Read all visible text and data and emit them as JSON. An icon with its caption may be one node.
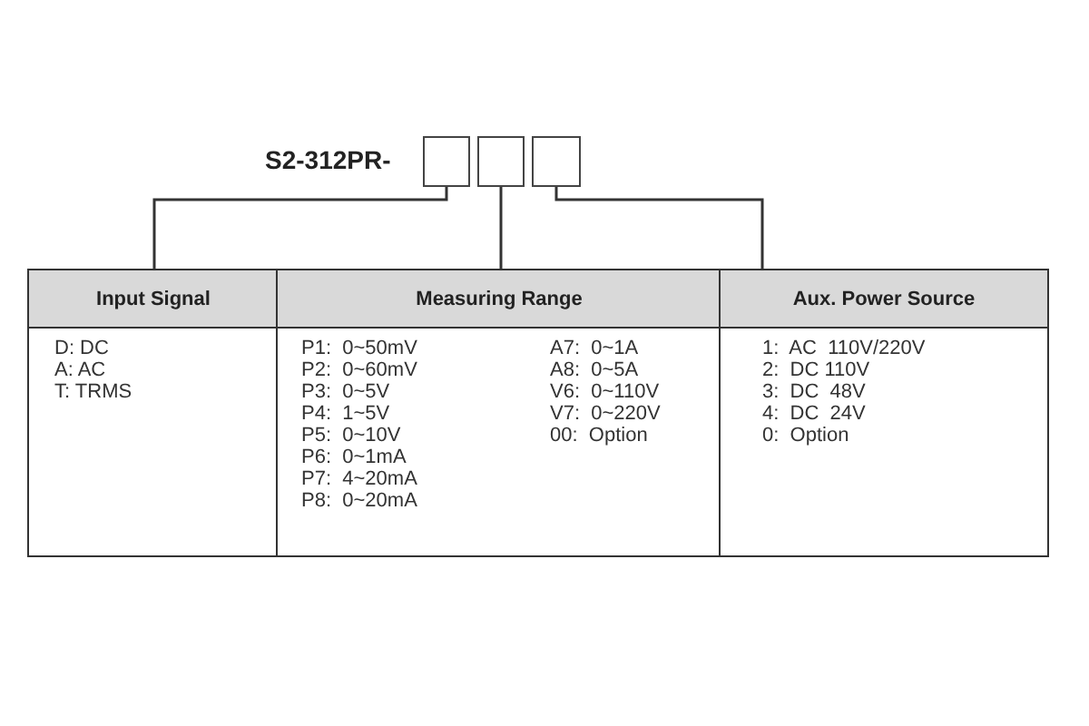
{
  "diagram": {
    "nodes": [
      {
        "text": [],
        "shape": "box"
      },
      {
        "text": [],
        "shape": "box"
      },
      {
        "text": [],
        "shape": "box"
      },
      {
        "text": [
          "Input Signal",
          "D: DC",
          "A: AC",
          "T: TRMS"
        ]
      },
      {
        "text": [
          "Measuring Range",
          "P1:  0~50mV",
          "P2:  0~60mV",
          "P3:  0~5V",
          "P4:  1~5V",
          "P5:  0~10V",
          "P6:  0~1mA",
          "P7:  4~20mA",
          "P8:  0~20mA",
          "A7:  0~1A",
          "A8:  0~5A",
          "V6:  0~110V",
          "V7:  0~220V",
          "00:  Option"
        ]
      },
      {
        "text": [
          "Aux. Power Source",
          "1:  AC  110V/220V",
          "2:  DC 110V",
          "3:  DC  48V",
          "4:  DC  24V",
          "0:  Option"
        ]
      }
    ],
    "edges": [
      {
        "from": 0,
        "to": 3,
        "arrow": "none"
      },
      {
        "from": 1,
        "to": 4,
        "arrow": "none"
      },
      {
        "from": 2,
        "to": 5,
        "arrow": "none"
      }
    ],
    "labels": [
      "S2-312PR-"
    ]
  }
}
